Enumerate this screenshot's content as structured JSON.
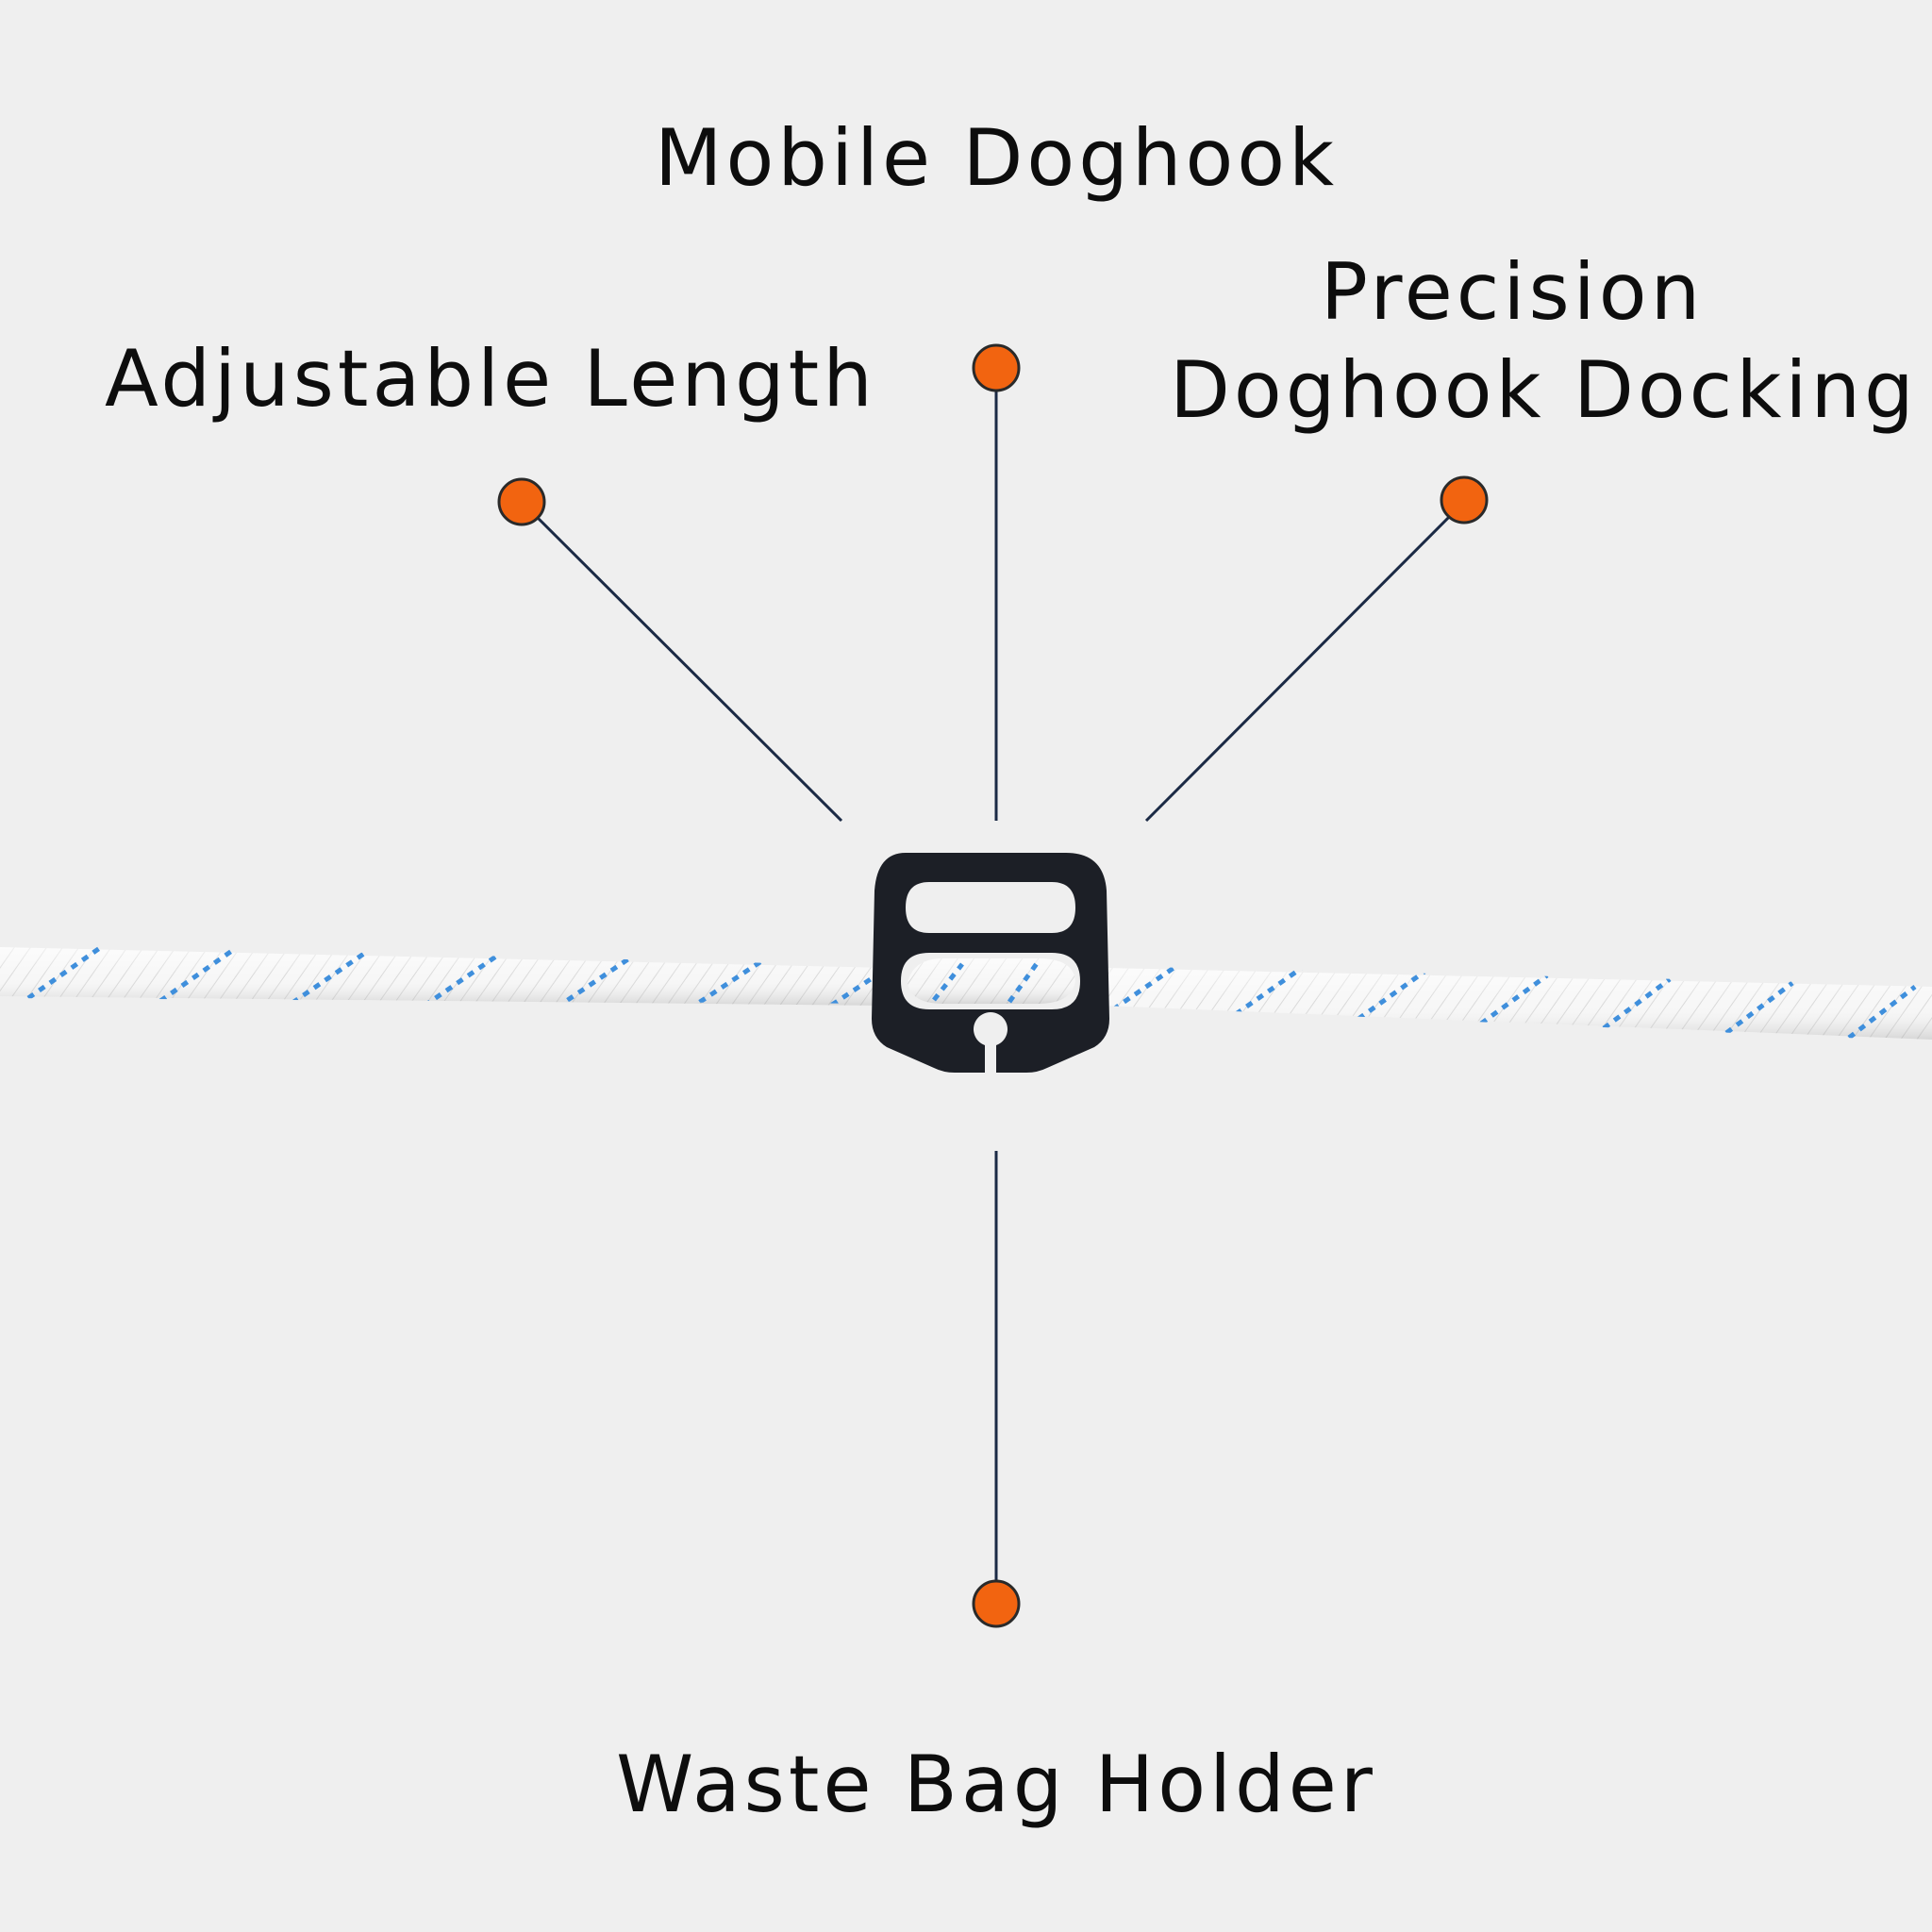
{
  "callouts": {
    "mobile_doghook": "Mobile Doghook",
    "adjustable_length": "Adjustable Length",
    "precision_docking_line1": "Precision",
    "precision_docking_line2": "Doghook Docking",
    "waste_bag_holder": "Waste Bag Holder"
  },
  "colors": {
    "background": "#efefef",
    "dot_fill": "#f26410",
    "dot_stroke": "#2a2a2a",
    "leader_line": "#1b2a45",
    "rope": "#f7f7f7",
    "rope_stripe": "#3f8fdc",
    "clip": "#1c1f26",
    "text": "#0d0d0d"
  },
  "icons": {
    "product": "rope-clip-icon"
  }
}
